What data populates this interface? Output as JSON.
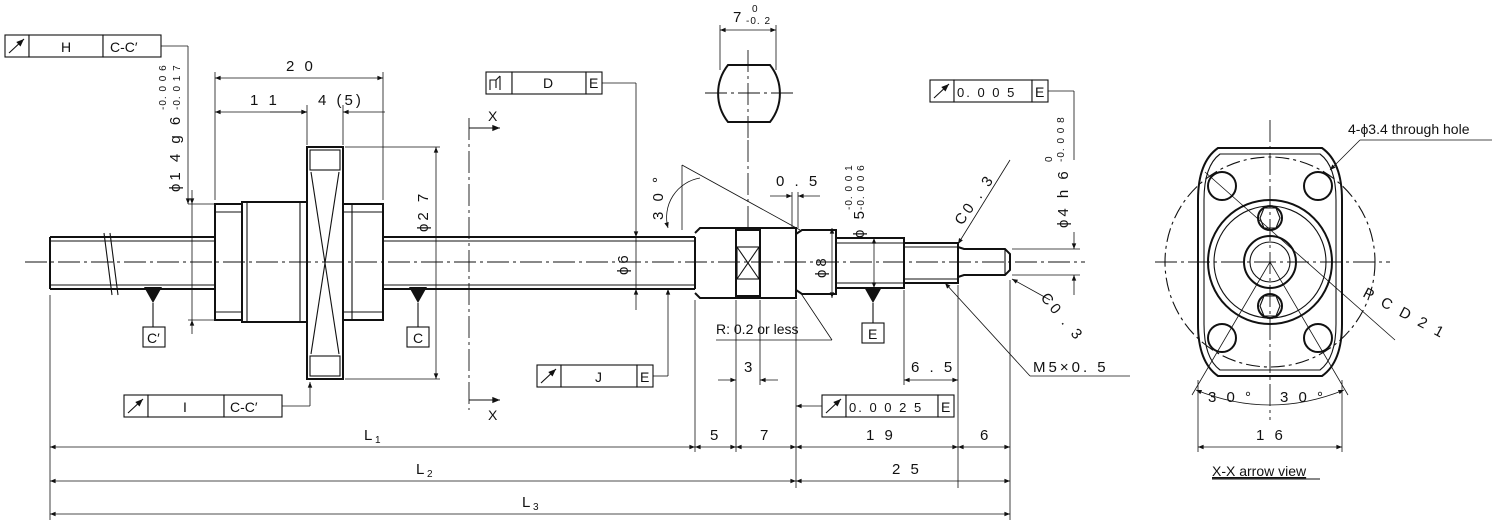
{
  "tolerance_frames": {
    "h": {
      "datum": "H",
      "ref": "C-C′"
    },
    "d": {
      "datum": "D",
      "ref": "E"
    },
    "i": {
      "datum": "I",
      "ref": "C-C′"
    },
    "j": {
      "datum": "J",
      "ref": "E"
    },
    "runout_005": {
      "value": "0. 0 0 5",
      "ref": "E"
    },
    "runout_0025": {
      "value": "0. 0 0 2 5",
      "ref": "E"
    }
  },
  "datums": {
    "c_prime": "C′",
    "c": "C",
    "e": "E"
  },
  "dimensions": {
    "flange_width": "2 0",
    "left_11": "1 1",
    "flange_4": "4  (5)",
    "phi14": "ϕ1 4 g 6",
    "phi14_upper": "-0. 0 0 6",
    "phi14_lower": "-0. 0 1 7",
    "phi27": "ϕ2 7",
    "phi6": "ϕ6",
    "phi8": "ϕ8",
    "phi5": "ϕ 5",
    "phi5_upper": "-0. 0 0 1",
    "phi5_lower": "-0. 0 0 6",
    "phi4": "ϕ4 h 6",
    "phi4_upper": "0",
    "phi4_lower": "-0. 0 0 8",
    "flat_7": "7",
    "flat_7_upper": "0",
    "flat_7_lower": "-0. 2",
    "groove_05": "0 . 5",
    "chamfer_top": "C0 . 3",
    "chamfer_bottom": "C0 . 3",
    "angle_30": "3 0 °",
    "radius_note": "R: 0.2 or less",
    "dim_3": "3",
    "dim_65": "6 . 5",
    "thread": "M5×0. 5",
    "dim_5": "5",
    "dim_7": "7",
    "dim_19": "1 9",
    "dim_6": "6",
    "dim_25": "2 5",
    "L1": "L",
    "L1_sub": "1",
    "L2": "L",
    "L2_sub": "2",
    "L3": "L",
    "L3_sub": "3"
  },
  "section": {
    "x_top": "X",
    "x_bottom": "X"
  },
  "end_view": {
    "holes_note": "4-ϕ3.4 through hole",
    "pcd": "P C D  2 1",
    "angle_left": "3 0 °",
    "angle_right": "3 0 °",
    "width": "1 6",
    "caption": "X-X arrow view"
  }
}
